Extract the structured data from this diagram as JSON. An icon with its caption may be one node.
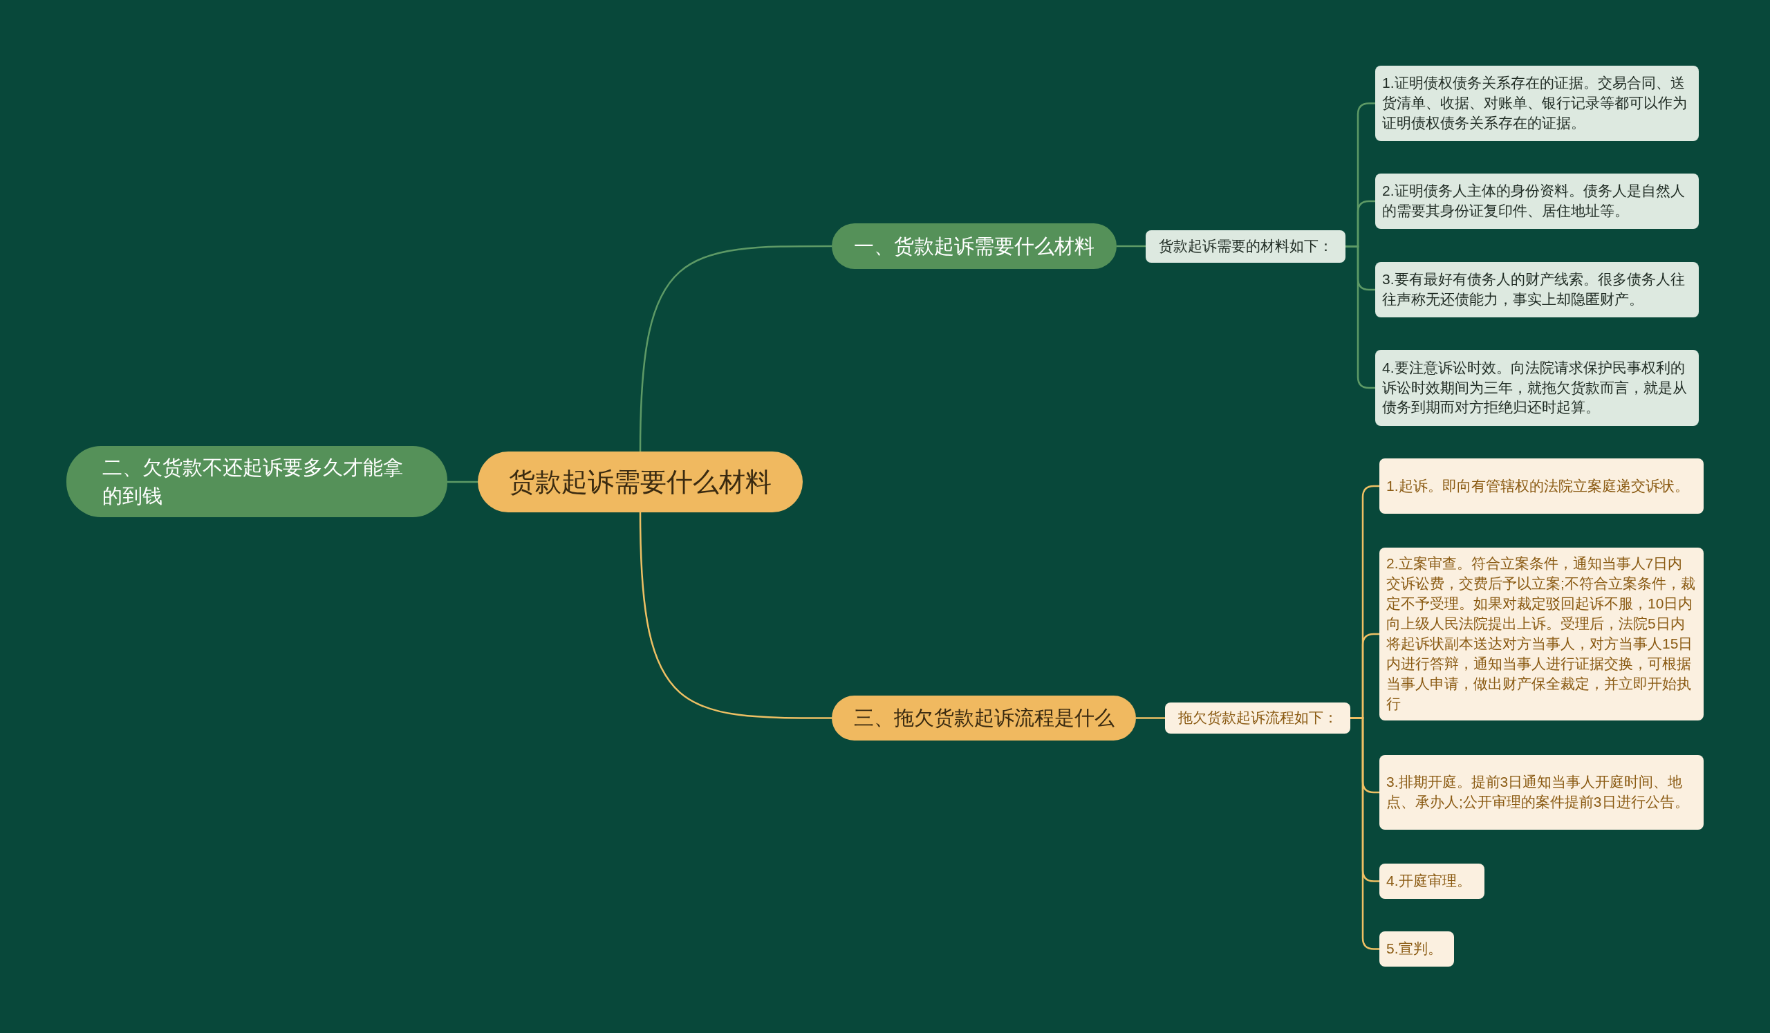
{
  "diagram": {
    "nodes": [
      {
        "text": [
          "货款起诉需要什么材料"
        ]
      },
      {
        "text": [
          "一、货款起诉需要什么材料"
        ]
      },
      {
        "text": [
          "货款起诉需要的材料如下："
        ]
      },
      {
        "text": [
          "1.证明债权债务关系存在的证据。交易合同、送货清单、收据、对账单、银行记录等都可以作为证明债权债务关系存在的证据。"
        ]
      },
      {
        "text": [
          "2.证明债务人主体的身份资料。债务人是自然人的需要其身份证复印件、居住地址等。"
        ]
      },
      {
        "text": [
          "3.要有最好有债务人的财产线索。很多债务人往往声称无还债能力，事实上却隐匿财产。"
        ]
      },
      {
        "text": [
          "4.要注意诉讼时效。向法院请求保护民事权利的诉讼时效期间为三年，就拖欠货款而言，就是从债务到期而对方拒绝归还时起算。"
        ]
      },
      {
        "text": [
          "二、欠货款不还起诉要多久才能拿的到钱"
        ]
      },
      {
        "text": [
          "三、拖欠货款起诉流程是什么"
        ]
      },
      {
        "text": [
          "拖欠货款起诉流程如下："
        ]
      },
      {
        "text": [
          "1.起诉。即向有管辖权的法院立案庭递交诉状。"
        ]
      },
      {
        "text": [
          "2.立案审查。符合立案条件，通知当事人7日内交诉讼费，交费后予以立案;不符合立案条件，裁定不予受理。如果对裁定驳回起诉不服，10日内向上级人民法院提出上诉。受理后，法院5日内将起诉状副本送达对方当事人，对方当事人15日内进行答辩，通知当事人进行证据交换，可根据当事人申请，做出财产保全裁定，并立即开始执行"
        ]
      },
      {
        "text": [
          "3.排期开庭。提前3日通知当事人开庭时间、地点、承办人;公开审理的案件提前3日进行公告。"
        ]
      },
      {
        "text": [
          "4.开庭审理。"
        ]
      },
      {
        "text": [
          "5.宣判。"
        ]
      }
    ],
    "edges": [
      {
        "from": 0,
        "to": 1,
        "arrow": "none"
      },
      {
        "from": 0,
        "to": 7,
        "arrow": "none"
      },
      {
        "from": 0,
        "to": 8,
        "arrow": "none",
        "color": "#eec064"
      },
      {
        "from": 1,
        "to": 2,
        "arrow": "none"
      },
      {
        "from": 2,
        "to": 3,
        "arrow": "none"
      },
      {
        "from": 2,
        "to": 4,
        "arrow": "none"
      },
      {
        "from": 2,
        "to": 5,
        "arrow": "none"
      },
      {
        "from": 2,
        "to": 6,
        "arrow": "none"
      },
      {
        "from": 8,
        "to": 9,
        "arrow": "none",
        "color": "#eec064"
      },
      {
        "from": 9,
        "to": 10,
        "arrow": "none",
        "color": "#eec064"
      },
      {
        "from": 9,
        "to": 11,
        "arrow": "none",
        "color": "#eec064"
      },
      {
        "from": 9,
        "to": 12,
        "arrow": "none",
        "color": "#eec064"
      },
      {
        "from": 9,
        "to": 13,
        "arrow": "none",
        "color": "#eec064"
      },
      {
        "from": 9,
        "to": 14,
        "arrow": "none",
        "color": "#eec064"
      }
    ]
  }
}
